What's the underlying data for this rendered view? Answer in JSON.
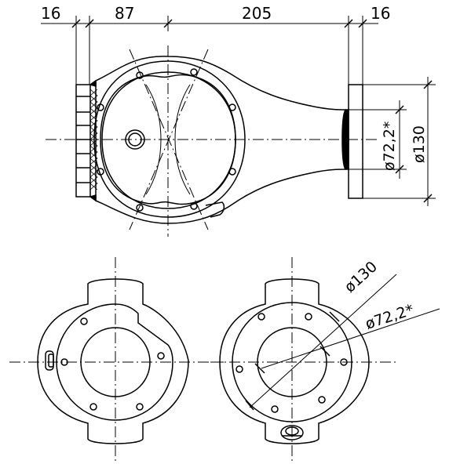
{
  "top_view": {
    "dimensions": {
      "left_flange_width": "16",
      "housing_offset": "87",
      "housing_to_flange": "205",
      "right_flange_width": "16",
      "bore_diameter": "ø72,2*",
      "flange_diameter": "ø130"
    }
  },
  "end_view_right": {
    "dimensions": {
      "flange_diameter": "ø130",
      "bore_diameter": "ø72,2*"
    }
  },
  "colors": {
    "line": "#000000",
    "background": "#ffffff"
  }
}
